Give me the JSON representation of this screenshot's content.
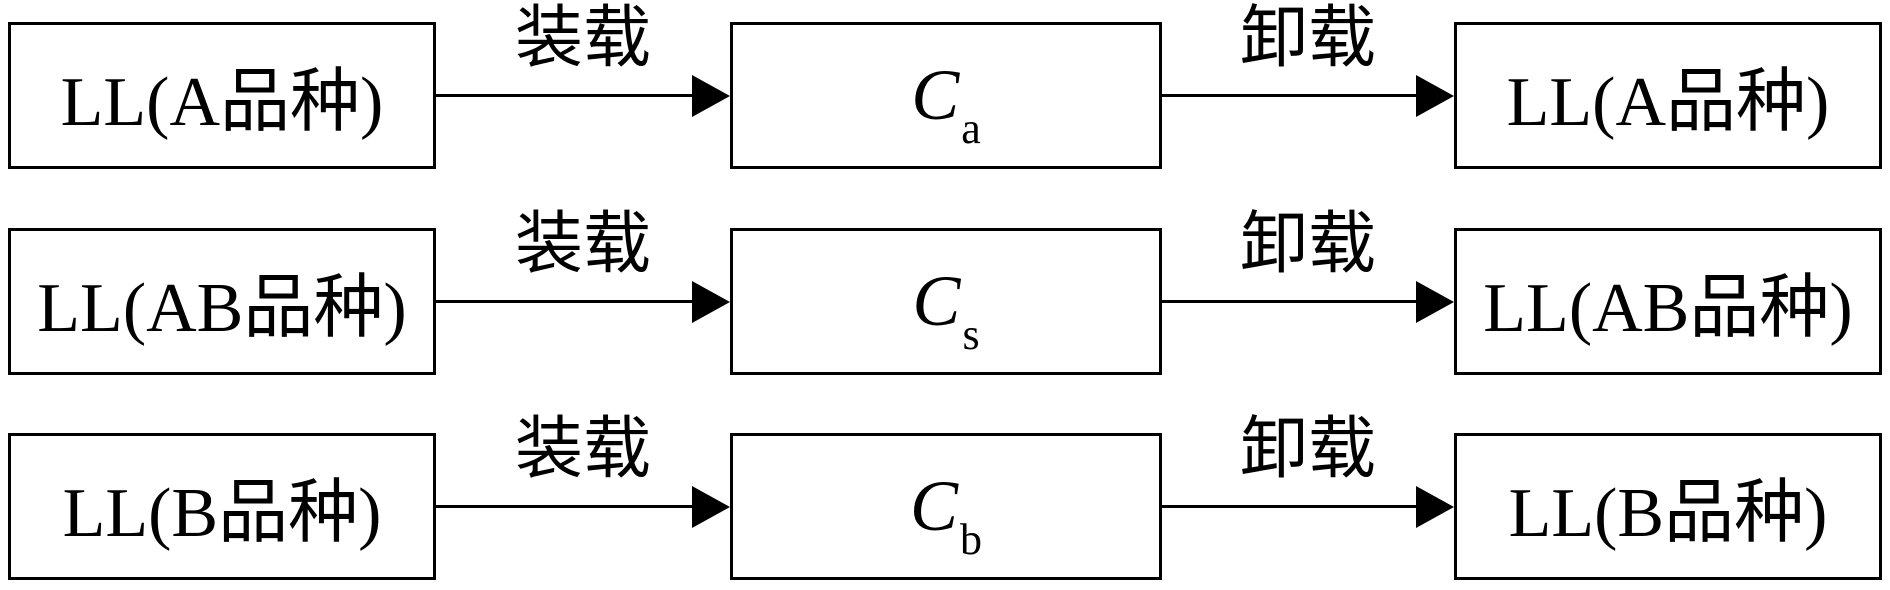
{
  "rows": [
    {
      "source": "LL(A品种)",
      "load_label": "装载",
      "container_main": "C",
      "container_sub": "a",
      "unload_label": "卸载",
      "target": "LL(A品种)"
    },
    {
      "source": "LL(AB品种)",
      "load_label": "装载",
      "container_main": "C",
      "container_sub": "s",
      "unload_label": "卸载",
      "target": "LL(AB品种)"
    },
    {
      "source": "LL(B品种)",
      "load_label": "装载",
      "container_main": "C",
      "container_sub": "b",
      "unload_label": "卸载",
      "target": "LL(B品种)"
    }
  ]
}
